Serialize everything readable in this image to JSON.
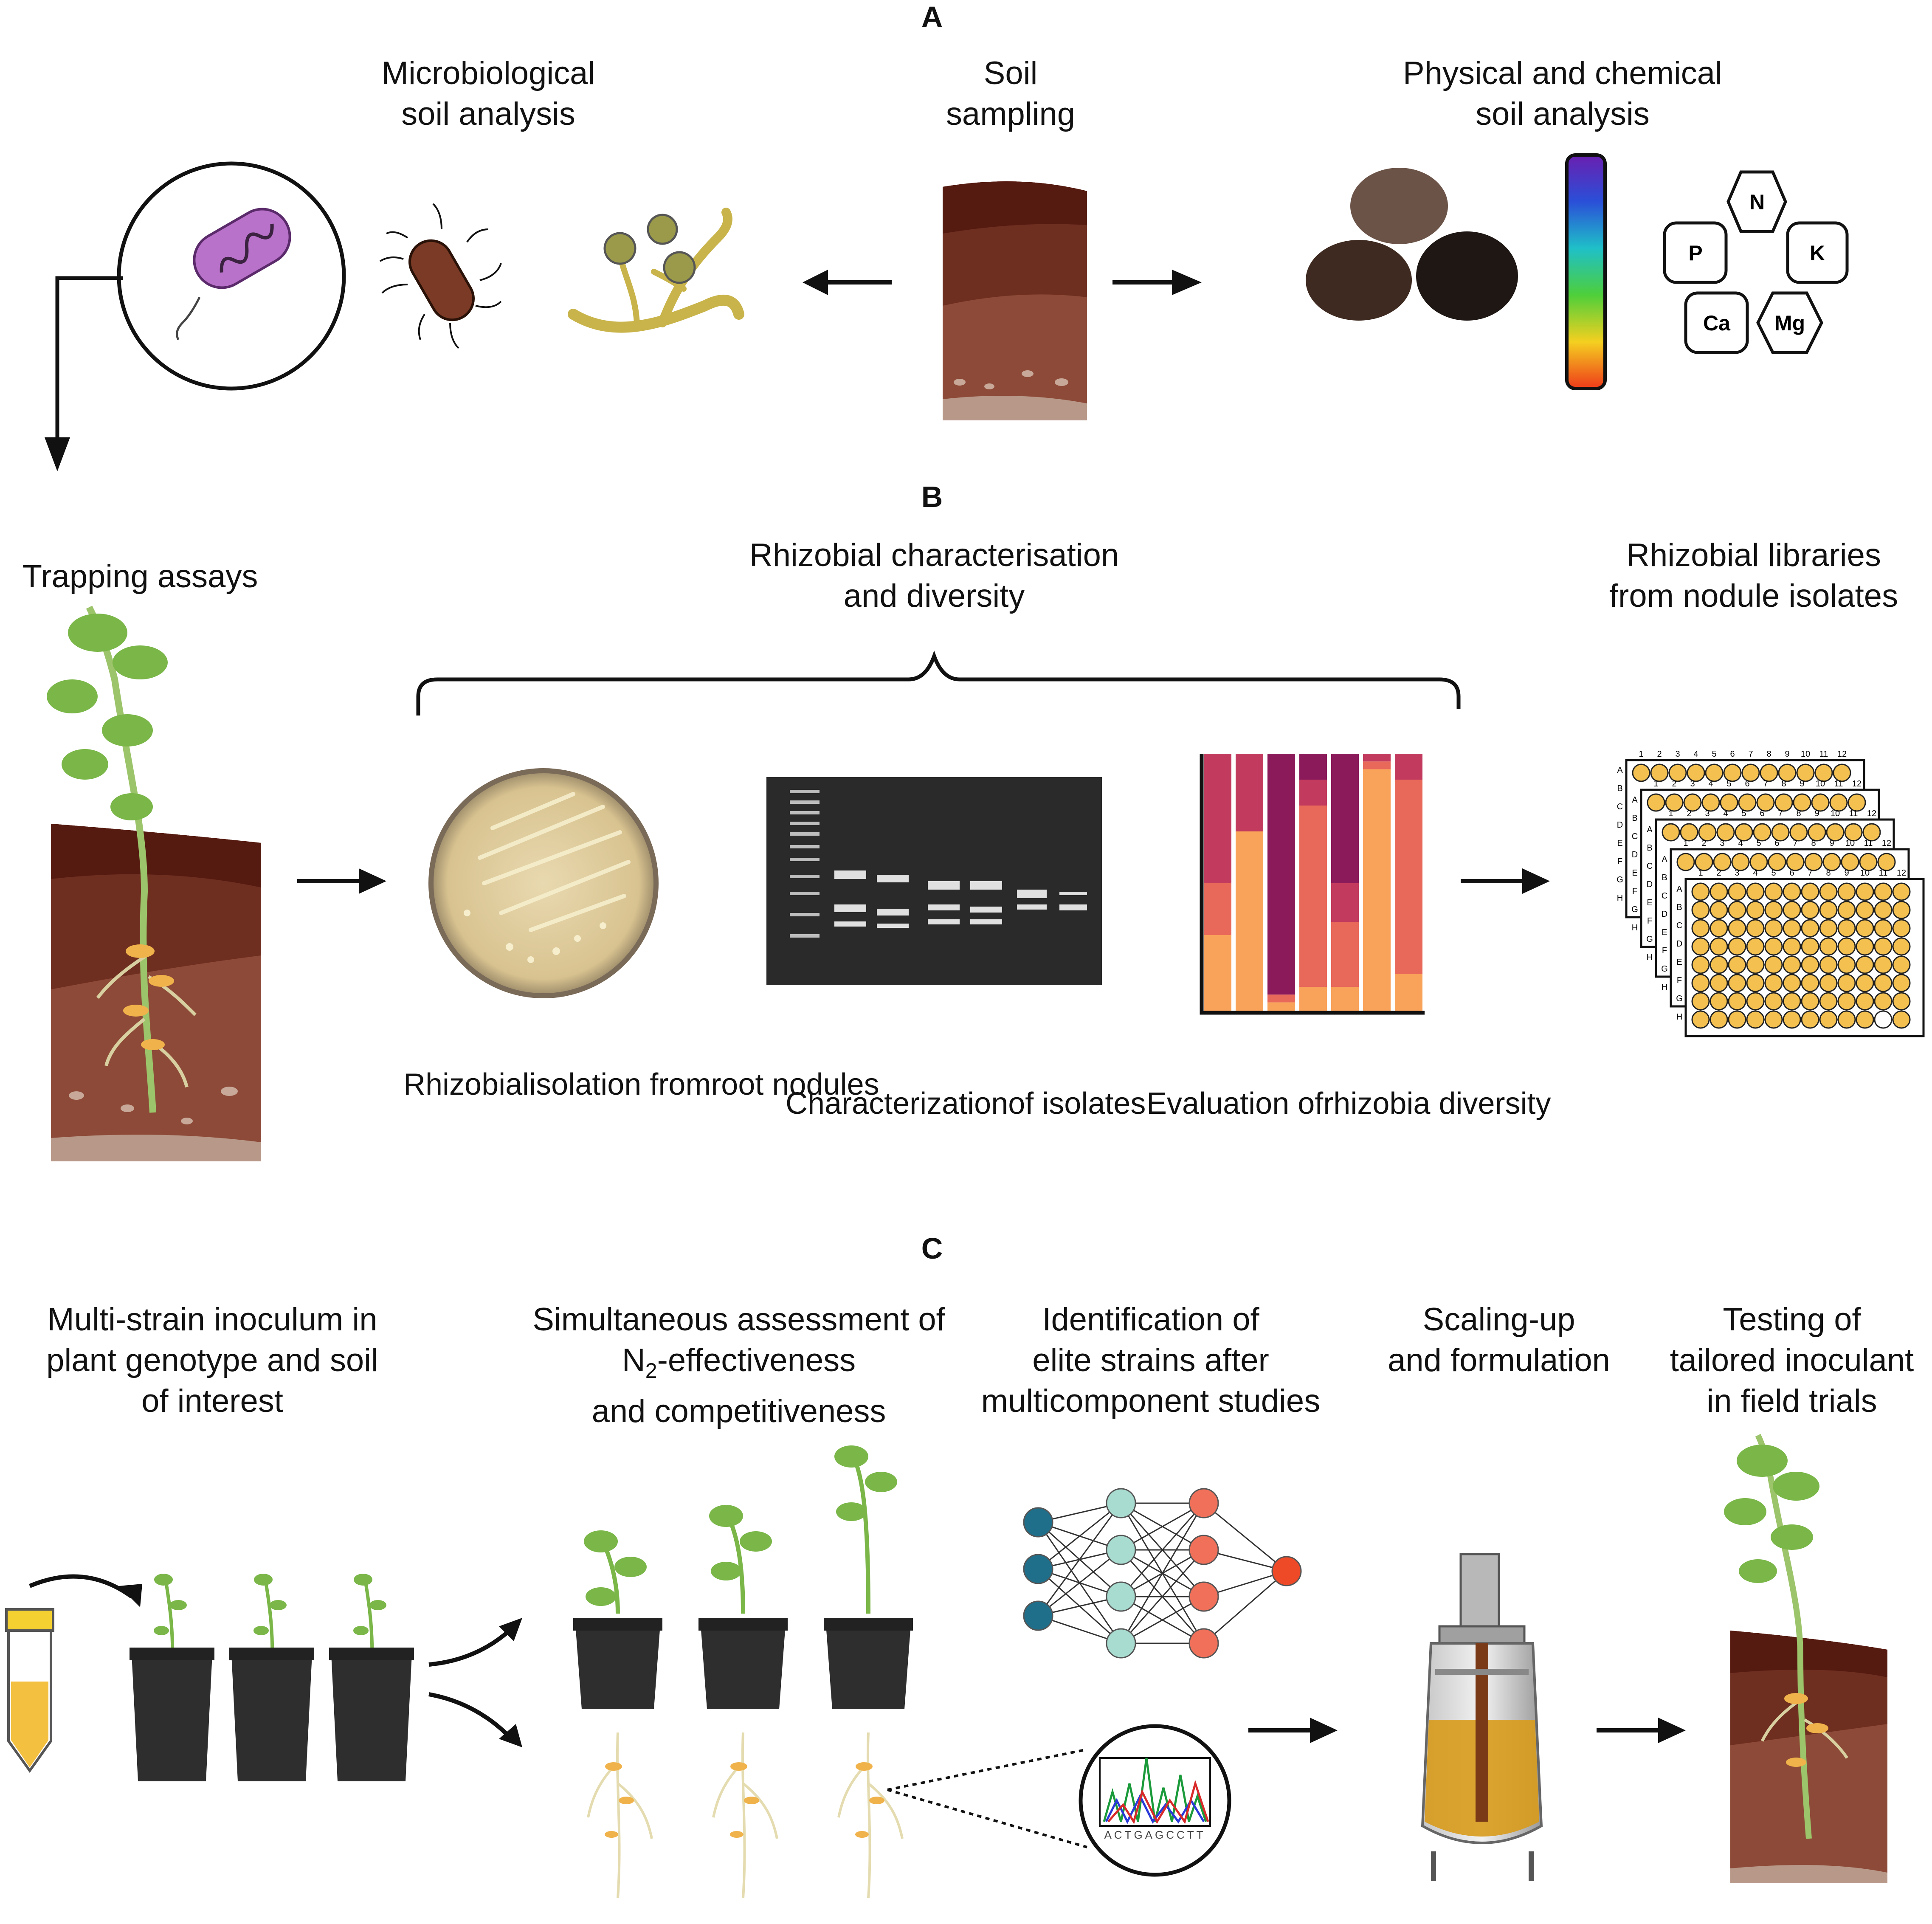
{
  "panels": {
    "a": {
      "letter": "A",
      "microbiological": [
        "Microbiological",
        "soil analysis"
      ],
      "soil_sampling": [
        "Soil",
        "sampling"
      ],
      "physical_chemical": [
        "Physical and chemical",
        "soil analysis"
      ],
      "nutrients": [
        "N",
        "P",
        "K",
        "Ca",
        "Mg"
      ]
    },
    "b": {
      "letter": "B",
      "trapping": "Trapping assays",
      "characterisation": [
        "Rhizobial characterisation",
        "and diversity"
      ],
      "libraries": [
        "Rhizobial libraries",
        "from nodule isolates"
      ],
      "isolation": [
        "Rhizobial",
        "isolation from",
        "root nodules"
      ],
      "characterization_isolates": [
        "Characterization",
        "of isolates"
      ],
      "evaluation": [
        "Evaluation of",
        "rhizobia diversity"
      ],
      "plate_columns": [
        "1",
        "2",
        "3",
        "4",
        "5",
        "6",
        "7",
        "8",
        "9",
        "10",
        "11",
        "12"
      ],
      "plate_rows": [
        "A",
        "B",
        "C",
        "D",
        "E",
        "F",
        "G",
        "H"
      ]
    },
    "c": {
      "letter": "C",
      "multi_strain": [
        "Multi-strain inoculum in",
        "plant genotype and soil",
        "of interest"
      ],
      "simultaneous_1": "Simultaneous assessment of",
      "simultaneous_n": "N",
      "simultaneous_sub": "2",
      "simultaneous_2": "-effectiveness",
      "simultaneous_3": "and competitiveness",
      "identification": [
        "Identification of",
        "elite strains after",
        "multicomponent studies"
      ],
      "scaling": [
        "Scaling-up",
        "and formulation"
      ],
      "testing": [
        "Testing of",
        "tailored inoculant",
        "in field trials"
      ],
      "sequence": "ACTGAGCCTT"
    }
  },
  "colors": {
    "soil_dark": "#5a1a12",
    "soil_mid": "#7a3325",
    "soil_light": "#8f4a38",
    "plant_green": "#7ab648",
    "nodule": "#f0b24a",
    "well": "#f4c150",
    "bar_purple": "#8a1a5a",
    "bar_pink": "#c23a5e",
    "bar_salmon": "#e8685a",
    "bar_orange": "#f9a25a"
  }
}
